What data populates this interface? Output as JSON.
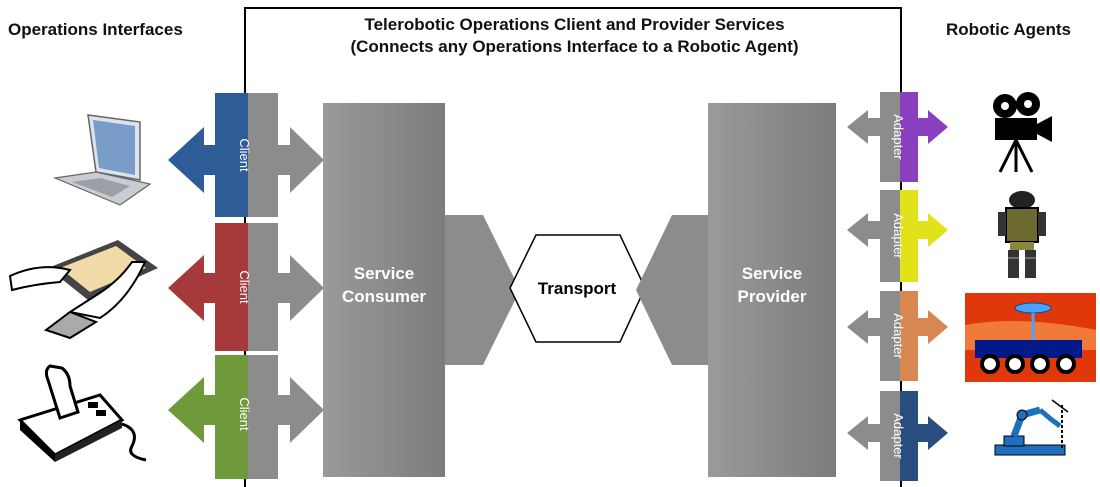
{
  "headers": {
    "left": "Operations Interfaces",
    "right": "Robotic Agents",
    "title_line1": "Telerobotic Operations Client and Provider Services",
    "title_line2": "(Connects any Operations Interface to a Robotic Agent)"
  },
  "clients": [
    {
      "label": "Client",
      "color": "#2e5c96"
    },
    {
      "label": "Client",
      "color": "#a63a3a"
    },
    {
      "label": "Client",
      "color": "#6f9a3c"
    }
  ],
  "adapters": [
    {
      "label": "Adapter",
      "color": "#8a3fbe"
    },
    {
      "label": "Adapter",
      "color": "#e2e21a"
    },
    {
      "label": "Adapter",
      "color": "#d7874f"
    },
    {
      "label": "Adapter",
      "color": "#2a4d7f"
    }
  ],
  "service_consumer": {
    "line1": "Service",
    "line2": "Consumer"
  },
  "service_provider": {
    "line1": "Service",
    "line2": "Provider"
  },
  "transport": {
    "label": "Transport"
  },
  "operations_interface_icons": [
    "laptop-icon",
    "drawing-tablet-icon",
    "joystick-icon"
  ],
  "robotic_agent_icons": [
    "movie-camera-icon",
    "robot-icon",
    "rover-icon",
    "robot-arm-icon"
  ],
  "colors": {
    "gray": "#8c8c8c",
    "gray_dark": "#6e6e6e"
  }
}
